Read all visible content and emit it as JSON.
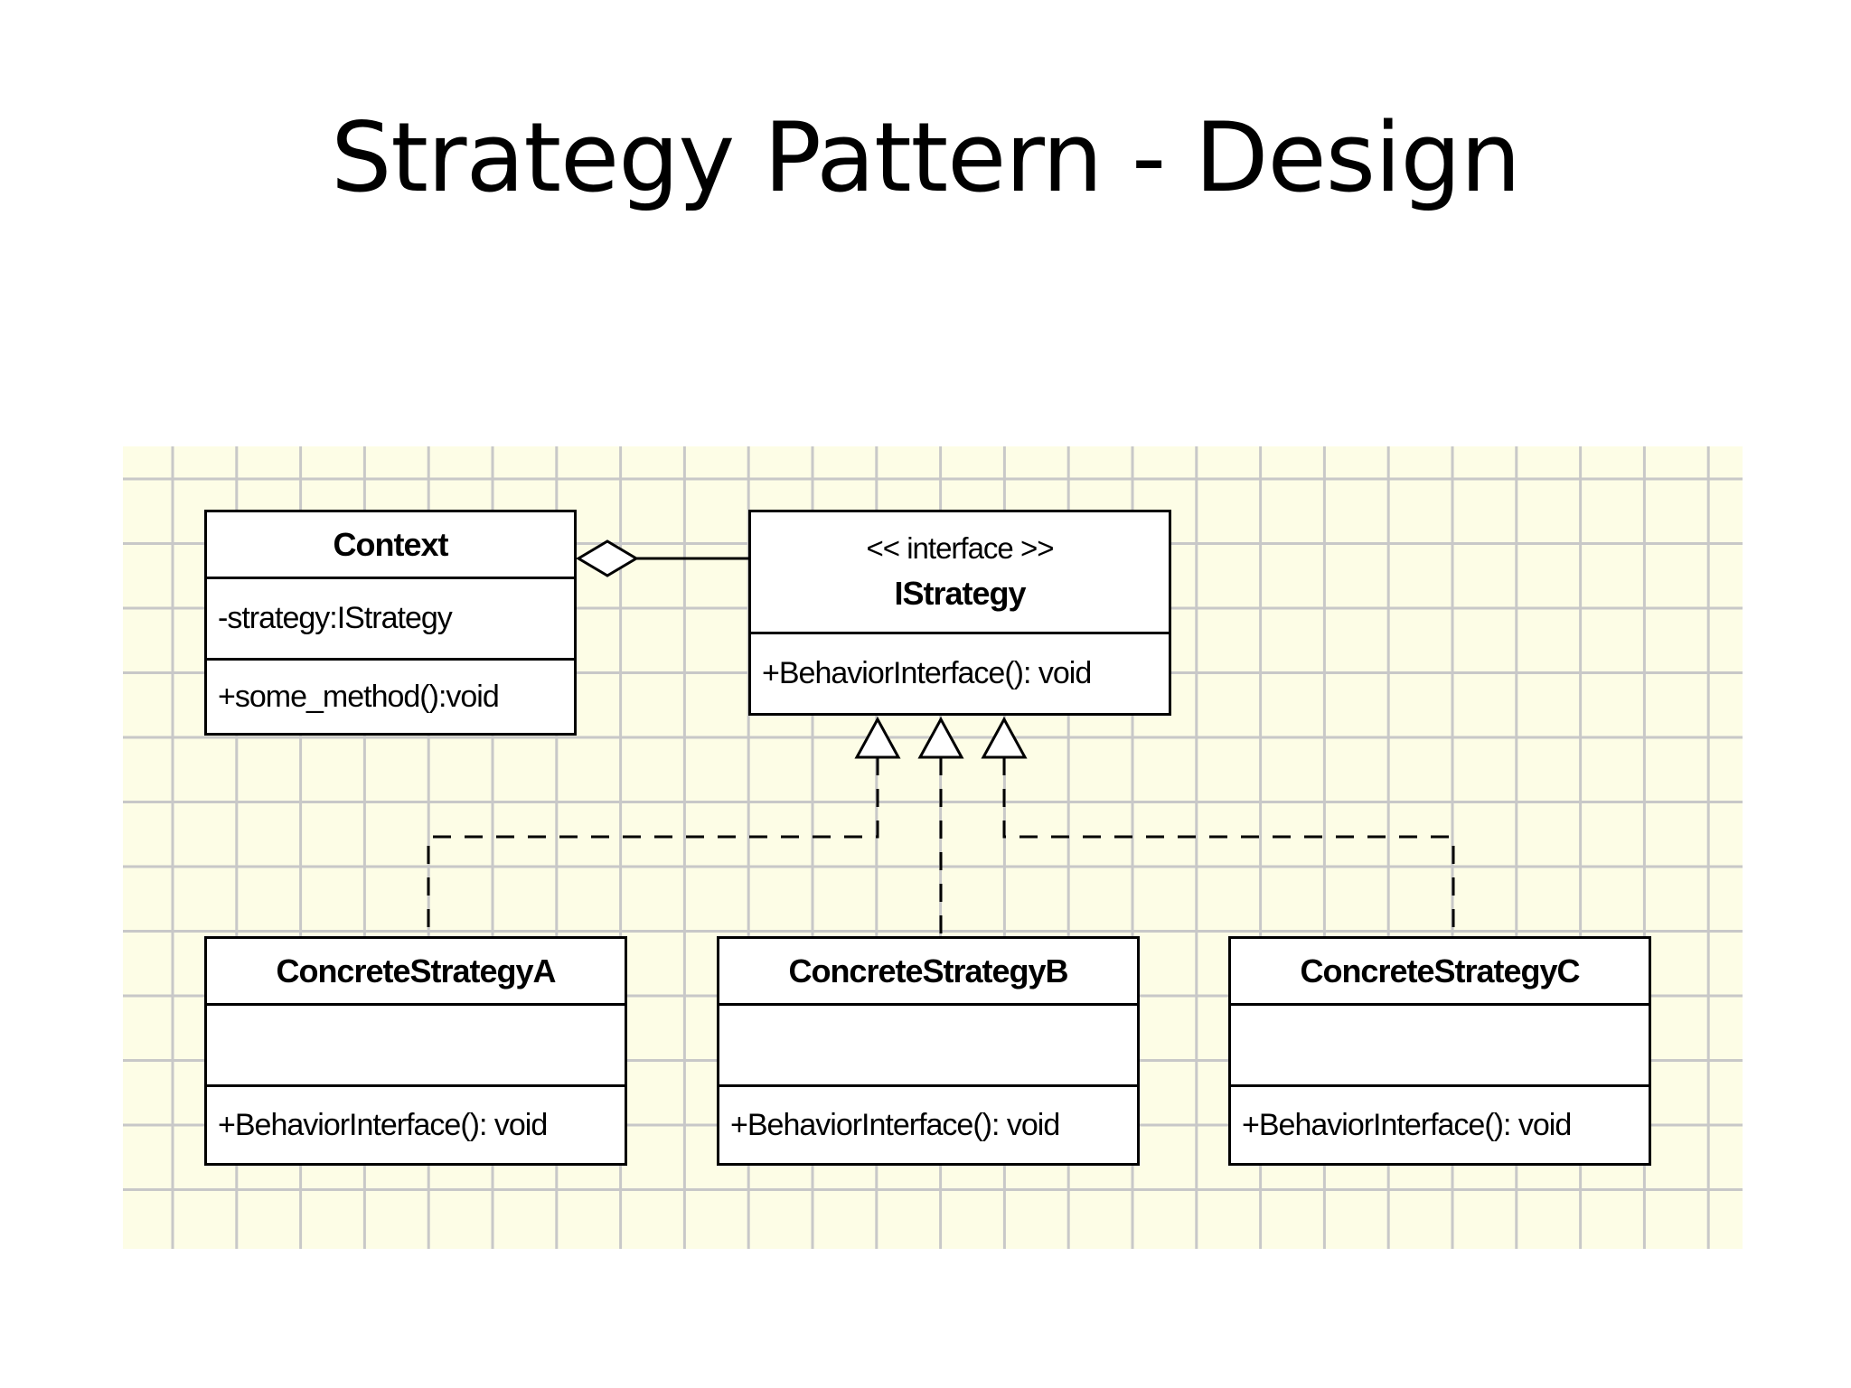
{
  "slide": {
    "title": "Strategy Pattern - Design"
  },
  "diagram": {
    "background_color": "#fdfde6",
    "grid_color": "#c8c8c8",
    "context": {
      "name": "Context",
      "attribute": "-strategy:IStrategy",
      "operation": "+some_method():void"
    },
    "istrategy": {
      "stereotype": "<< interface >>",
      "name": "IStrategy",
      "operation": "+BehaviorInterface(): void"
    },
    "concrete_a": {
      "name": "ConcreteStrategyA",
      "operation": "+BehaviorInterface(): void"
    },
    "concrete_b": {
      "name": "ConcreteStrategyB",
      "operation": "+BehaviorInterface(): void"
    },
    "concrete_c": {
      "name": "ConcreteStrategyC",
      "operation": "+BehaviorInterface(): void"
    }
  }
}
